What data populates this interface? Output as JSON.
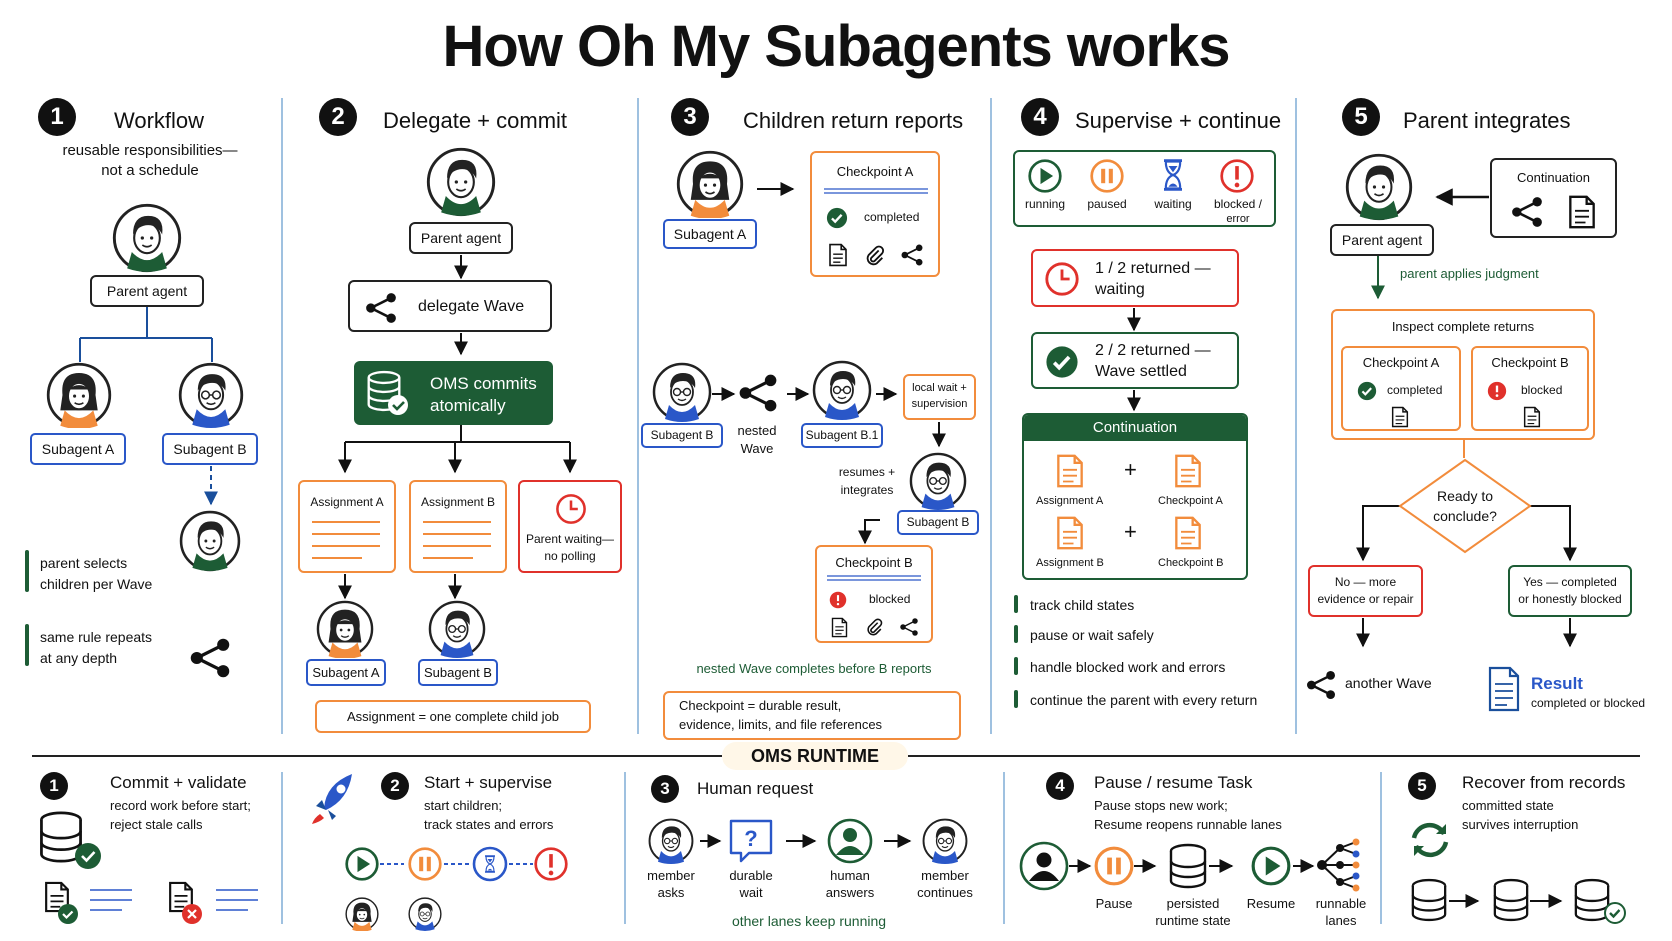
{
  "title": "How Oh My Subagents works",
  "col1": {
    "num": "1",
    "heading": "Workflow",
    "subtitle_line1": "reusable responsibilities—",
    "subtitle_line2": "not a schedule",
    "parent": "Parent agent",
    "sub_a": "Subagent A",
    "sub_b": "Subagent B",
    "note1_line1": "parent selects",
    "note1_line2": "children per Wave",
    "note2_line1": "same rule repeats",
    "note2_line2": "at any depth"
  },
  "col2": {
    "num": "2",
    "heading": "Delegate + commit",
    "parent": "Parent agent",
    "delegate": "delegate Wave",
    "oms_line1": "OMS commits",
    "oms_line2": "atomically",
    "assign_a": "Assignment A",
    "assign_b": "Assignment B",
    "waiting_line1": "Parent waiting—",
    "waiting_line2": "no polling",
    "sub_a": "Subagent A",
    "sub_b": "Subagent B",
    "footer": "Assignment = one complete child job"
  },
  "col3": {
    "num": "3",
    "heading": "Children return reports",
    "sub_a": "Subagent A",
    "cp_a": "Checkpoint A",
    "completed": "completed",
    "sub_b": "Subagent B",
    "nested_line1": "nested",
    "nested_line2": "Wave",
    "sub_b1": "Subagent B.1",
    "local_line1": "local wait +",
    "local_line2": "supervision",
    "resumes_line1": "resumes +",
    "resumes_line2": "integrates",
    "sub_b2": "Subagent B",
    "cp_b": "Checkpoint B",
    "blocked": "blocked",
    "nested_note": "nested Wave completes before B reports",
    "footer_line1": "Checkpoint = durable result,",
    "footer_line2": "evidence, limits, and file references"
  },
  "col4": {
    "num": "4",
    "heading": "Supervise + continue",
    "states": [
      "running",
      "paused",
      "waiting",
      "blocked /"
    ],
    "states_extra": "error",
    "ret1_line1": "1 / 2 returned —",
    "ret1_line2": "waiting",
    "ret2_line1": "2 / 2 returned —",
    "ret2_line2": "Wave settled",
    "continuation": "Continuation",
    "assign_a": "Assignment A",
    "cp_a": "Checkpoint A",
    "assign_b": "Assignment B",
    "cp_b": "Checkpoint B",
    "plus": "+",
    "bullets": [
      "track child states",
      "pause or wait safely",
      "handle blocked work and errors",
      "continue the parent with every return"
    ]
  },
  "col5": {
    "num": "5",
    "heading": "Parent integrates",
    "parent": "Parent agent",
    "continuation": "Continuation",
    "judgment": "parent applies judgment",
    "inspect": "Inspect complete returns",
    "cp_a": "Checkpoint A",
    "completed": "completed",
    "cp_b": "Checkpoint B",
    "blocked": "blocked",
    "ready_line1": "Ready to",
    "ready_line2": "conclude?",
    "no_line1": "No — more",
    "no_line2": "evidence or repair",
    "yes_line1": "Yes — completed",
    "yes_line2": "or honestly blocked",
    "another": "another Wave",
    "result": "Result",
    "result_sub": "completed or blocked"
  },
  "runtime": {
    "label": "OMS RUNTIME",
    "s1": {
      "num": "1",
      "heading": "Commit + validate",
      "line1": "record work before start;",
      "line2": "reject stale calls"
    },
    "s2": {
      "num": "2",
      "heading": "Start + supervise",
      "line1": "start children;",
      "line2": "track states and errors"
    },
    "s3": {
      "num": "3",
      "heading": "Human request",
      "steps": [
        [
          "member",
          "asks"
        ],
        [
          "durable",
          "wait"
        ],
        [
          "human",
          "answers"
        ],
        [
          "member",
          "continues"
        ]
      ],
      "note": "other lanes keep running"
    },
    "s4": {
      "num": "4",
      "heading": "Pause / resume Task",
      "line1": "Pause stops new work;",
      "line2": "Resume reopens runnable lanes",
      "pause": "Pause",
      "persisted_line1": "persisted",
      "persisted_line2": "runtime state",
      "resume": "Resume",
      "lanes_line1": "runnable",
      "lanes_line2": "lanes"
    },
    "s5": {
      "num": "5",
      "heading": "Recover from records",
      "line1": "committed state",
      "line2": "survives interruption"
    }
  },
  "colors": {
    "green": "#1d5c35",
    "orange": "#f28c3c",
    "red": "#e0312b",
    "blue": "#2a57c8",
    "navy": "#1a4f9c"
  }
}
